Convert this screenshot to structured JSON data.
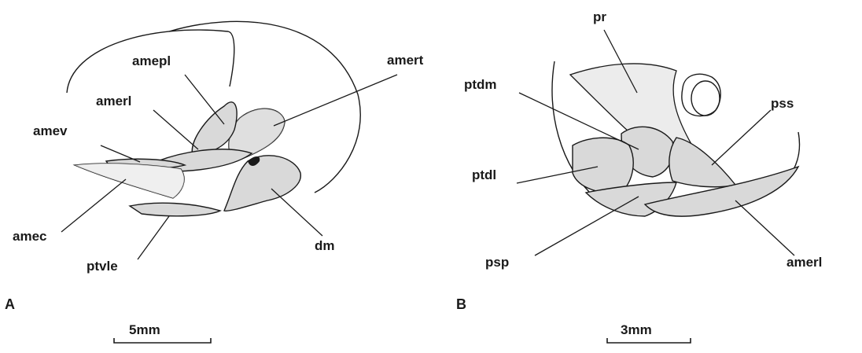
{
  "panels": {
    "a": {
      "letter": "A",
      "scale_bar": "5mm",
      "labels": {
        "amepl": "amepl",
        "amert": "amert",
        "amerl": "amerl",
        "amev": "amev",
        "amec": "amec",
        "ptvle": "ptvle",
        "dm": "dm"
      }
    },
    "b": {
      "letter": "B",
      "scale_bar": "3mm",
      "labels": {
        "pr": "pr",
        "ptdm": "ptdm",
        "pss": "pss",
        "ptdl": "ptdl",
        "psp": "psp",
        "amerl": "amerl"
      }
    }
  }
}
